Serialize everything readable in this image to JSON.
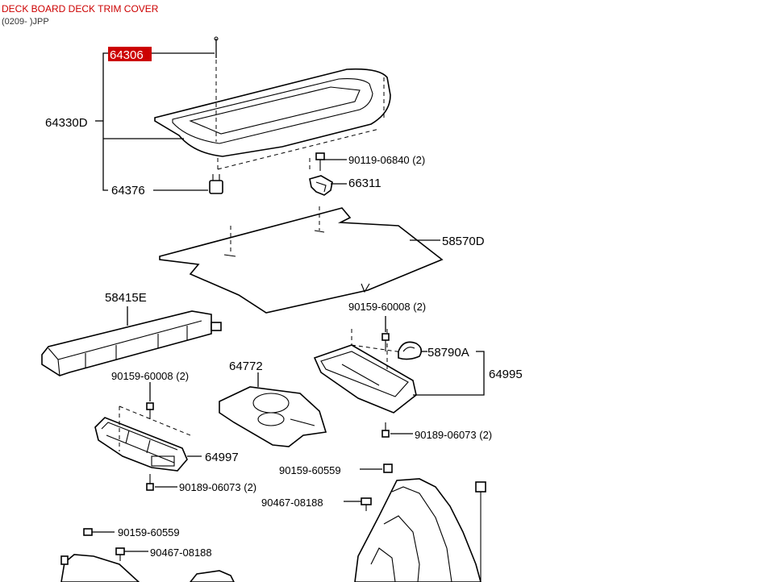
{
  "header": {
    "title": "DECK BOARD DECK TRIM COVER",
    "subtitle": "(0209- )JPP"
  },
  "callouts": {
    "p64306": "64306",
    "p64330D": "64330D",
    "p64376": "64376",
    "p90119": "90119-06840 (2)",
    "p66311": "66311",
    "p58570D": "58570D",
    "p58415E": "58415E",
    "p90159a": "90159-60008 (2)",
    "p58790A": "58790A",
    "p64995": "64995",
    "p64772": "64772",
    "p90159b": "90159-60008 (2)",
    "p64997": "64997",
    "p90189a": "90189-06073 (2)",
    "p90189b": "90189-06073 (2)",
    "p90159c": "90159-60559",
    "p90467a": "90467-08188",
    "p90159d": "90159-60559",
    "p90467b": "90467-08188"
  },
  "colors": {
    "highlight": "#cc0000",
    "title": "#cc0000"
  }
}
